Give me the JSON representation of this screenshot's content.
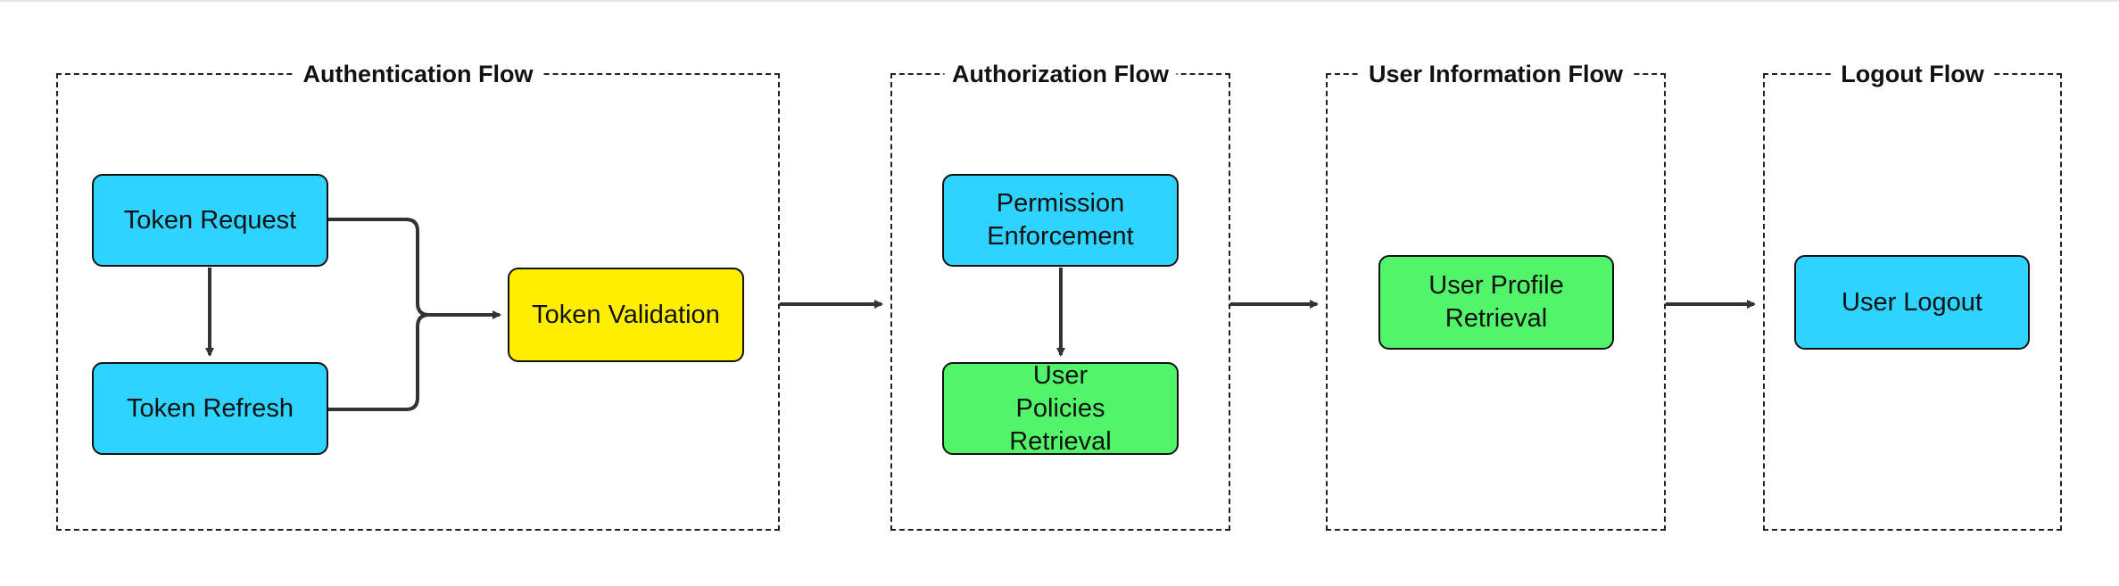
{
  "groups": {
    "authentication": {
      "title": "Authentication Flow"
    },
    "authorization": {
      "title": "Authorization Flow"
    },
    "user_information": {
      "title": "User Information Flow"
    },
    "logout": {
      "title": "Logout Flow"
    }
  },
  "nodes": {
    "token_request": {
      "label": "Token Request",
      "color": "#2ed3ff"
    },
    "token_refresh": {
      "label": "Token Refresh",
      "color": "#2ed3ff"
    },
    "token_validation": {
      "label": "Token Validation",
      "color": "#ffee00"
    },
    "permission_enforcement": {
      "label": "Permission Enforcement",
      "color": "#2ed3ff"
    },
    "user_policies_retrieval": {
      "label": "User Policies Retrieval",
      "color": "#52f56a"
    },
    "user_profile_retrieval": {
      "label": "User Profile Retrieval",
      "color": "#52f56a"
    },
    "user_logout": {
      "label": "User Logout",
      "color": "#2ed3ff"
    }
  },
  "edges": [
    {
      "from": "token_request",
      "to": "token_refresh"
    },
    {
      "from": "token_request",
      "to": "token_validation"
    },
    {
      "from": "token_refresh",
      "to": "token_validation"
    },
    {
      "from": "permission_enforcement",
      "to": "user_policies_retrieval"
    },
    {
      "from": "authentication",
      "to": "authorization"
    },
    {
      "from": "authorization",
      "to": "user_information"
    },
    {
      "from": "user_information",
      "to": "logout"
    }
  ]
}
